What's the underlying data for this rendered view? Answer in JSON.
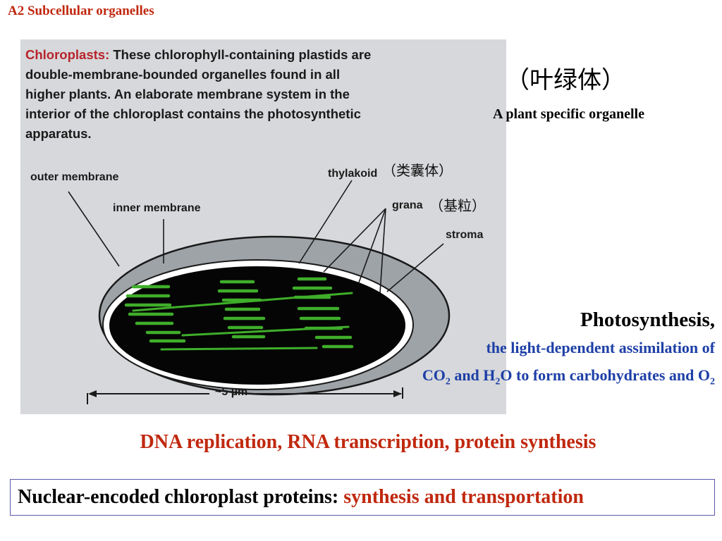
{
  "header": {
    "title": "A2 Subcellular organelles"
  },
  "figure": {
    "caption_term": "Chloroplasts:",
    "caption_lines": [
      " These chlorophyll-containing plastids are",
      "double-membrane-bounded organelles found in all",
      "higher plants. An elaborate membrane system in the",
      "interior of the chloroplast contains the photosynthetic",
      "apparatus."
    ],
    "labels": {
      "outer_membrane": "outer membrane",
      "inner_membrane": "inner membrane",
      "thylakoid": "thylakoid",
      "grana": "grana",
      "stroma": "stroma",
      "scale": "~5 µm"
    },
    "chinese_labels": {
      "thylakoid": "（类囊体）",
      "grana": "（基粒）"
    },
    "colors": {
      "thylakoid": "#3fae2a",
      "interior": "#050505",
      "envelope": "#9ea3a8"
    }
  },
  "right": {
    "title_zh": "（叶绿体）",
    "subtitle": "A plant specific organelle",
    "photo_title": "Photosynthesis,",
    "photo_line1": "the light-dependent assimilation of",
    "photo_line2": {
      "co": "CO",
      "co_sub": "2",
      "and_h": " and H",
      "h_sub": "2",
      "rest": "O to form carbohydrates and O",
      "o_sub": "2"
    }
  },
  "bottom": {
    "dna_line": "DNA replication, RNA transcription, protein synthesis",
    "box_black": "Nuclear-encoded chloroplast proteins: ",
    "box_red": "synthesis and transportation"
  }
}
